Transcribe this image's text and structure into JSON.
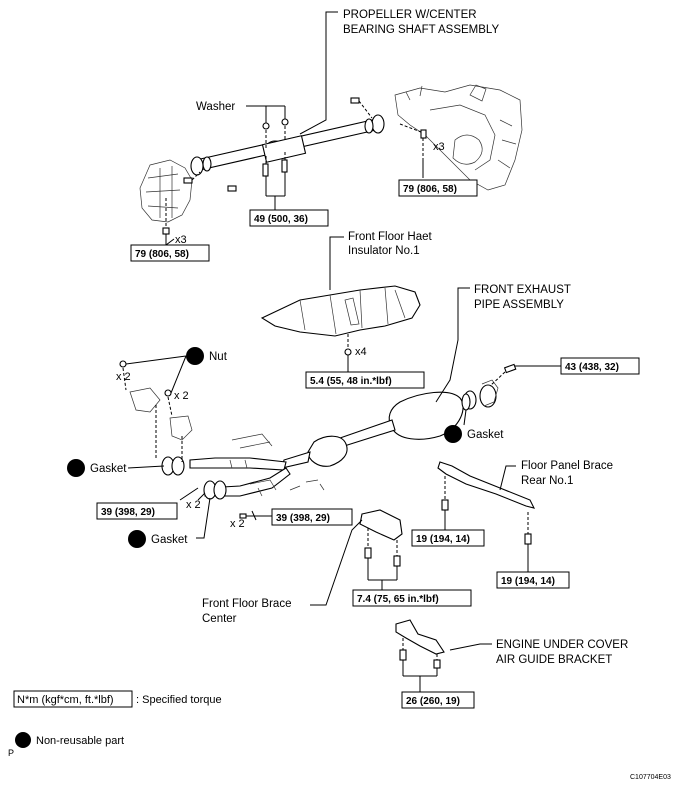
{
  "labels": {
    "propeller_line1": "PROPELLER W/CENTER",
    "propeller_line2": "BEARING SHAFT ASSEMBLY",
    "washer": "Washer",
    "heat_insulator_line1": "Front Floor Haet",
    "heat_insulator_line2": "Insulator No.1",
    "exhaust_line1": "FRONT EXHAUST",
    "exhaust_line2": "PIPE ASSEMBLY",
    "nut": "Nut",
    "gasket_left": "Gasket",
    "gasket_bottom": "Gasket",
    "gasket_right": "Gasket",
    "brace_rear_line1": "Floor Panel Brace",
    "brace_rear_line2": "Rear No.1",
    "brace_center_line1": "Front Floor Brace",
    "brace_center_line2": "Center",
    "cover_bracket_line1": "ENGINE UNDER COVER",
    "cover_bracket_line2": "AIR GUIDE BRACKET"
  },
  "torques": {
    "t_propeller_rear": "79 (806, 58)",
    "t_propeller_front": "79 (806, 58)",
    "t_center_bearing": "49 (500, 36)",
    "t_insulator": "5.4 (55, 48 in.*lbf)",
    "t_exhaust_rear": "43 (438, 32)",
    "t_exhaust_front_a": "39 (398, 29)",
    "t_exhaust_front_b": "39 (398, 29)",
    "t_brace_rear_a": "19 (194, 14)",
    "t_brace_rear_b": "19 (194, 14)",
    "t_brace_center": "7.4 (75, 65 in.*lbf)",
    "t_cover_bracket": "26 (260, 19)"
  },
  "multipliers": {
    "x3_a": "x3",
    "x3_b": "x3",
    "x4": "x4",
    "x2_a": "x 2",
    "x2_b": "x 2",
    "x2_c": "x 2",
    "x2_d": "x 2"
  },
  "legend": {
    "torque_key": "N*m (kgf*cm, ft.*lbf)",
    "torque_desc": ": Specified torque",
    "nonreusable": "Non-reusable part"
  },
  "corner": {
    "p_mark": "P",
    "figure_code": "C107704E03"
  }
}
